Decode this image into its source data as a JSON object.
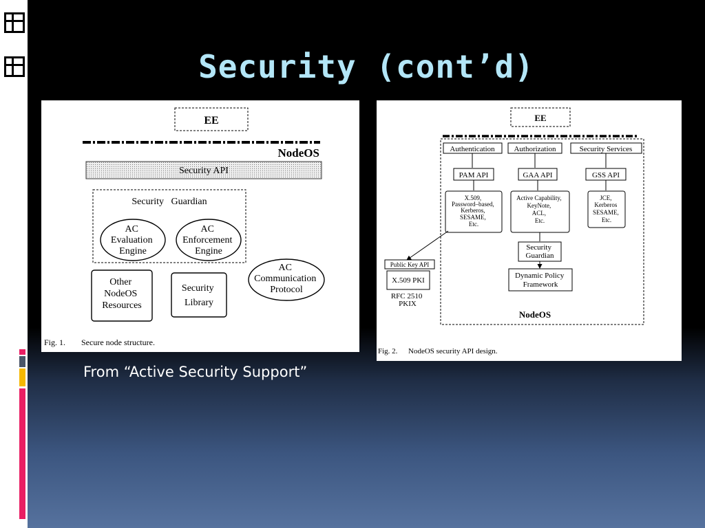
{
  "slide": {
    "title": "Security (cont’d)",
    "caption": "From “Active Security Support”"
  },
  "accent_colors": [
    "#e91e63",
    "#4a5568",
    "#f5b800",
    "#e91e63"
  ],
  "fig1": {
    "ee": "EE",
    "nodeos": "NodeOS",
    "security_api": "Security API",
    "guardian_title": "Security   Guardian",
    "ac_eval": [
      "AC",
      "Evaluation",
      "Engine"
    ],
    "ac_enforce": [
      "AC",
      "Enforcement",
      "Engine"
    ],
    "ac_comm": [
      "AC",
      "Communication",
      "Protocol"
    ],
    "other_resources": [
      "Other",
      "NodeOS",
      "Resources"
    ],
    "security_library": [
      "Security",
      "Library"
    ],
    "caption_num": "Fig. 1.",
    "caption_text": "Secure node structure."
  },
  "fig2": {
    "ee": "EE",
    "authentication": "Authentication",
    "authorization": "Authorization",
    "security_services": "Security Services",
    "pam_api": "PAM API",
    "gaa_api": "GAA API",
    "gss_api": "GSS API",
    "pam_list": [
      "X.509,",
      "Password–based,",
      "Kerberos,",
      "SESAME,",
      "Etc."
    ],
    "gaa_list": [
      "Active Capability,",
      "KeyNote,",
      "ACL,",
      "Etc."
    ],
    "gss_list": [
      "JCE,",
      "Kerberos",
      "SESAME,",
      "Etc."
    ],
    "public_key_api": "Public Key API",
    "x509_pki": "X.509 PKI",
    "rfc": [
      "RFC 2510",
      "PKIX"
    ],
    "security_guardian": [
      "Security",
      "Guardian"
    ],
    "dynamic_policy": [
      "Dynamic Policy",
      "Framework"
    ],
    "nodeos": "NodeOS",
    "caption_num": "Fig. 2.",
    "caption_text": "NodeOS security API design."
  }
}
